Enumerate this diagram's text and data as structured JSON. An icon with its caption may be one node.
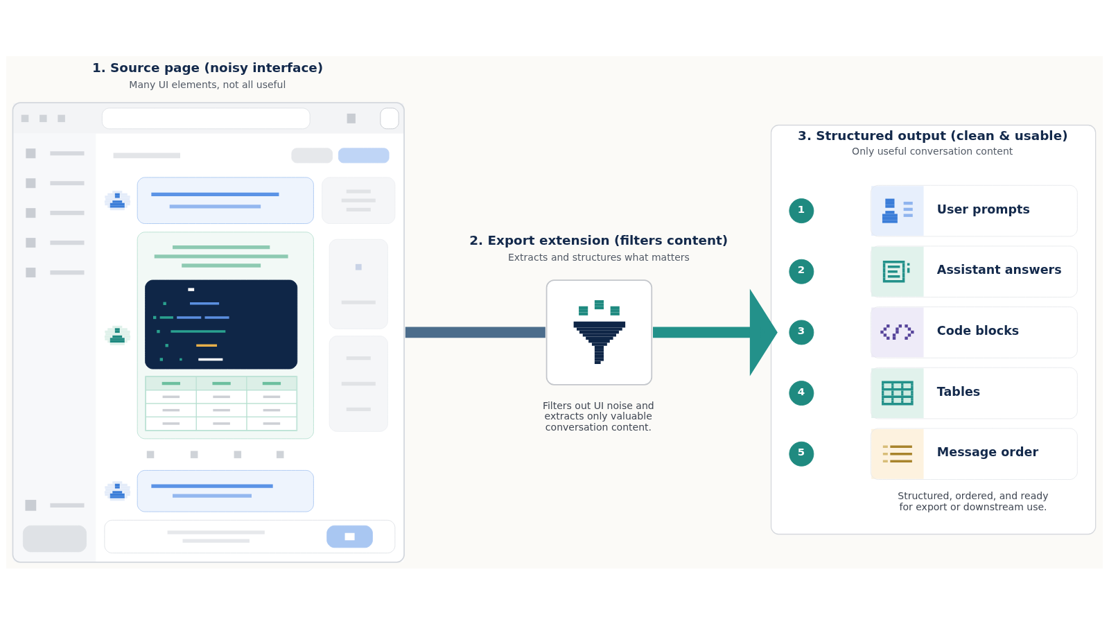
{
  "diagram": {
    "nodes": [
      {
        "text": [
          "1. Source page (noisy interface)",
          "Many UI elements, not all useful"
        ]
      },
      {
        "text": [
          "2. Export extension (filters content)",
          "Extracts and structures what matters"
        ],
        "beside": [
          "Filters out UI noise and extracts only valuable conversation content."
        ]
      },
      {
        "text": [
          "3. Structured output (clean & usable)",
          "Only useful conversation content"
        ],
        "beside": [
          "Structured, ordered, and ready for export or downstream use."
        ]
      },
      {
        "text": [
          "1"
        ],
        "in": 2
      },
      {
        "text": [
          "User prompts"
        ],
        "in": 2
      },
      {
        "text": [
          "2"
        ],
        "in": 2
      },
      {
        "text": [
          "Assistant answers"
        ],
        "in": 2
      },
      {
        "text": [
          "3"
        ],
        "in": 2
      },
      {
        "text": [
          "Code blocks"
        ],
        "in": 2
      },
      {
        "text": [
          "4"
        ],
        "in": 2
      },
      {
        "text": [
          "Tables"
        ],
        "in": 2
      },
      {
        "text": [
          "5"
        ],
        "in": 2
      },
      {
        "text": [
          "Message order"
        ],
        "in": 2
      }
    ],
    "edges": [
      {
        "from": 0,
        "to": 1,
        "arrow": "none",
        "color": "#4c6d8c"
      },
      {
        "from": 1,
        "to": 2,
        "arrow": "to",
        "color": "#23918a"
      }
    ]
  }
}
